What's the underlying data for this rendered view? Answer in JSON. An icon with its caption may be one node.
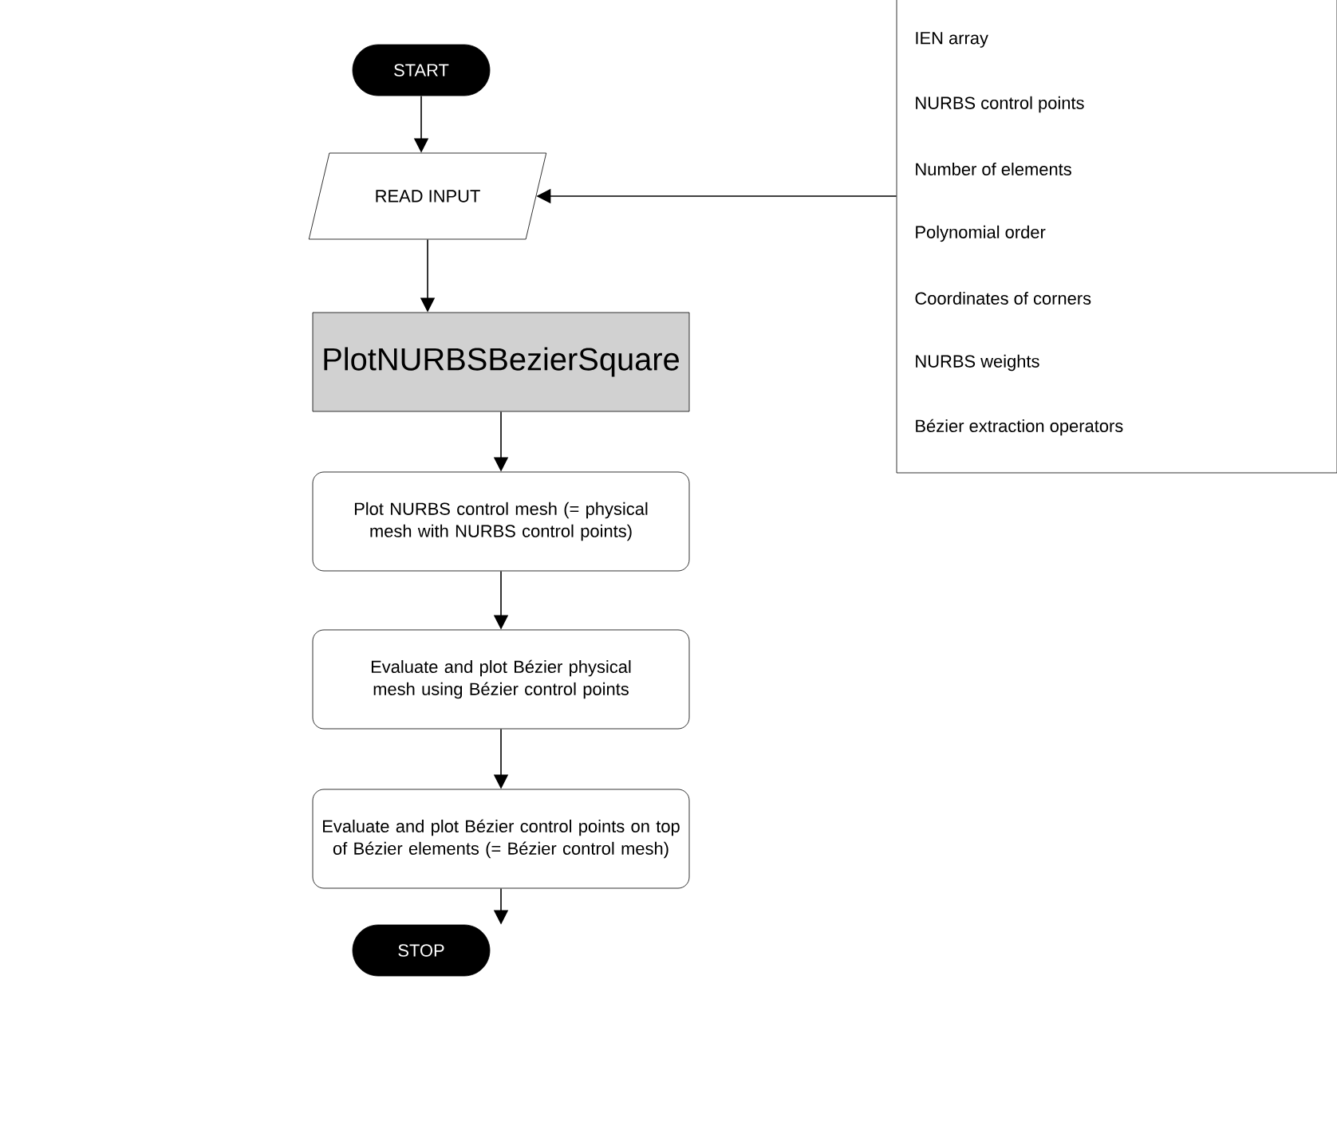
{
  "diagram": {
    "nodes": [
      {
        "text": [
          "START"
        ]
      },
      {
        "text": [
          "READ INPUT"
        ]
      },
      {
        "text": [
          "IEN array",
          "NURBS control points",
          "Number of elements",
          "Polynomial order",
          "Coordinates of corners",
          "NURBS weights",
          "Bézier extraction operators"
        ]
      },
      {
        "text": [
          "PlotNURBSBezierSquare"
        ]
      },
      {
        "text": [
          "Plot NURBS control mesh (= physical mesh with NURBS control points)"
        ]
      },
      {
        "text": [
          "Evaluate and plot Bézier physical mesh using Bézier control points"
        ]
      },
      {
        "text": [
          "Evaluate and plot Bézier control points on top of Bézier elements (= Bézier control mesh)"
        ]
      },
      {
        "text": [
          "STOP"
        ]
      }
    ],
    "edges": [
      {
        "from": 0,
        "to": 1,
        "arrow": "to"
      },
      {
        "from": 2,
        "to": 1,
        "arrow": "to"
      },
      {
        "from": 1,
        "to": 3,
        "arrow": "to"
      },
      {
        "from": 3,
        "to": 4,
        "arrow": "to"
      },
      {
        "from": 4,
        "to": 5,
        "arrow": "to"
      },
      {
        "from": 5,
        "to": 6,
        "arrow": "to"
      },
      {
        "from": 6,
        "to": 7,
        "arrow": "to"
      }
    ]
  }
}
